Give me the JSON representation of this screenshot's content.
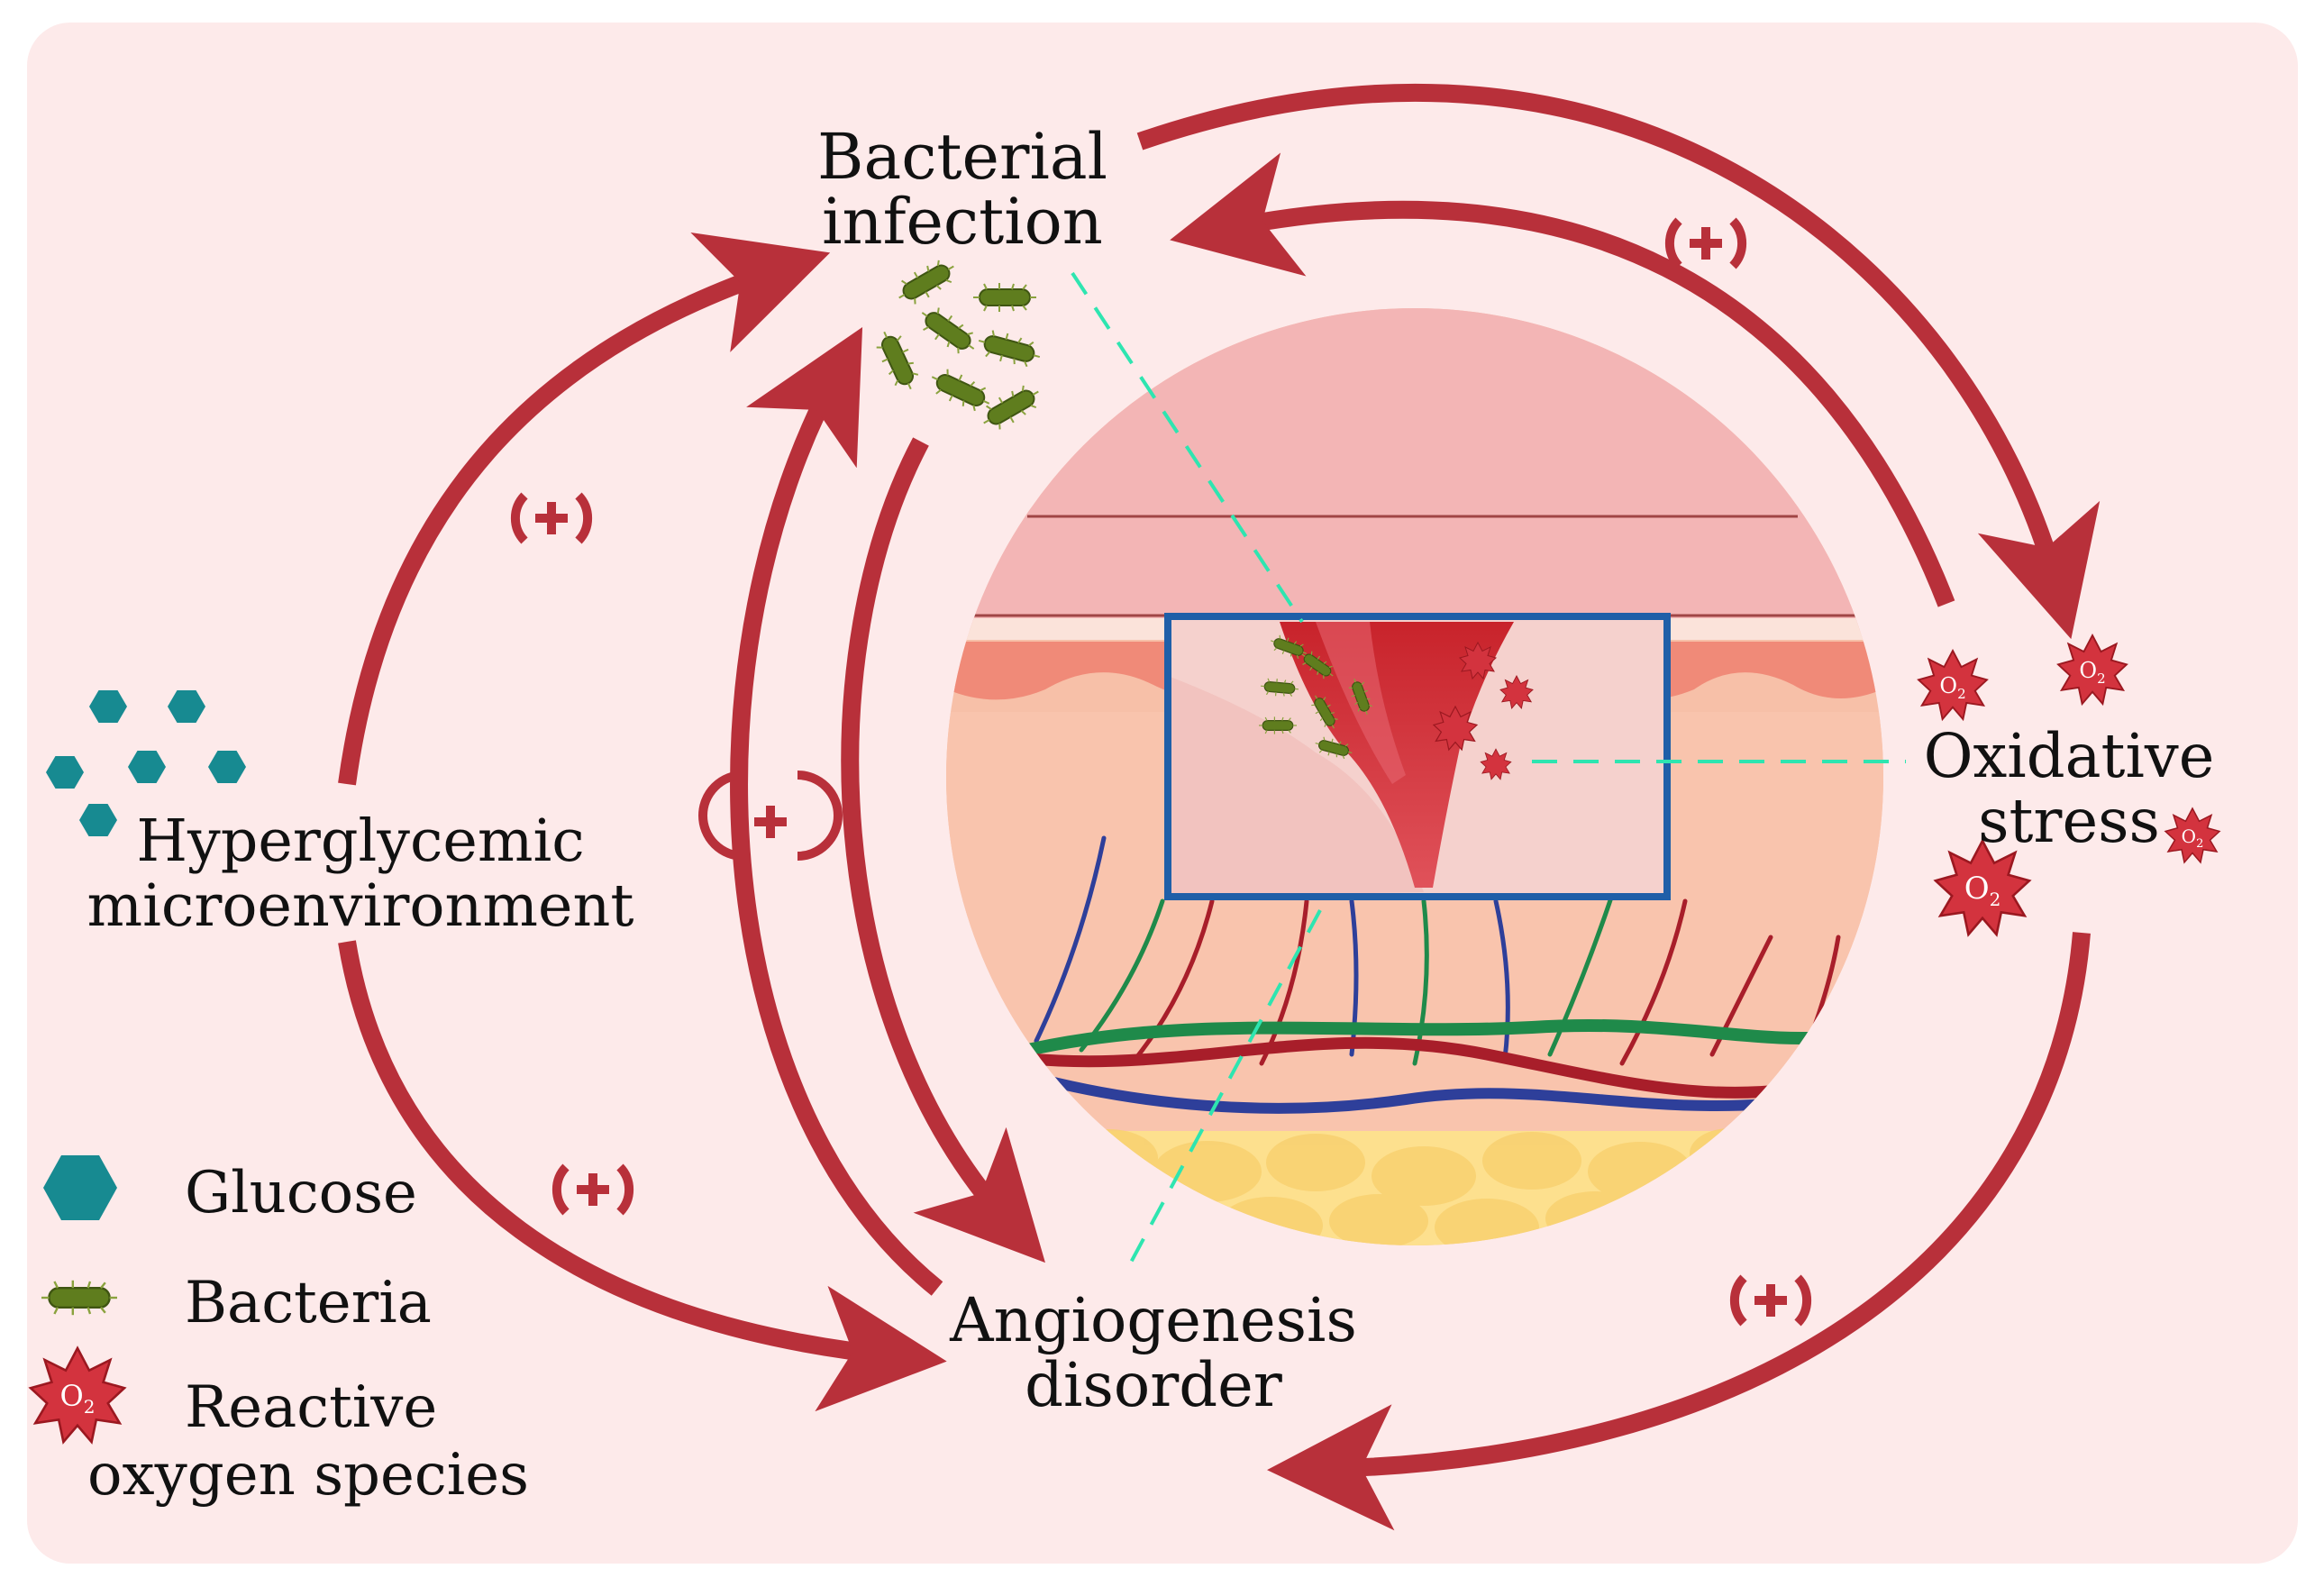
{
  "nodes": {
    "bacterial": {
      "line1": "Bacterial",
      "line2": "infection"
    },
    "hyperglycemic": {
      "line1": "Hyperglycemic",
      "line2": "microenvironment"
    },
    "angiogenesis": {
      "line1": "Angiogenesis",
      "line2": "disorder"
    },
    "oxidative": {
      "line1": "Oxidative",
      "line2": "stress"
    }
  },
  "signs": {
    "plus": "+"
  },
  "legend": {
    "glucose": "Glucose",
    "bacteria": "Bacteria",
    "ros_line1": "Reactive",
    "ros_line2": "oxygen species"
  },
  "ros_symbol": {
    "base": "O",
    "sub": "2"
  },
  "colors": {
    "background": "#fdeaea",
    "arrow": "#b8303a",
    "glucose": "#178a91",
    "bacteria": "#5f7d1e",
    "ros": "#d3333e",
    "leader_line": "#2ee5b0",
    "inset_frame": "#1f5fa8"
  }
}
